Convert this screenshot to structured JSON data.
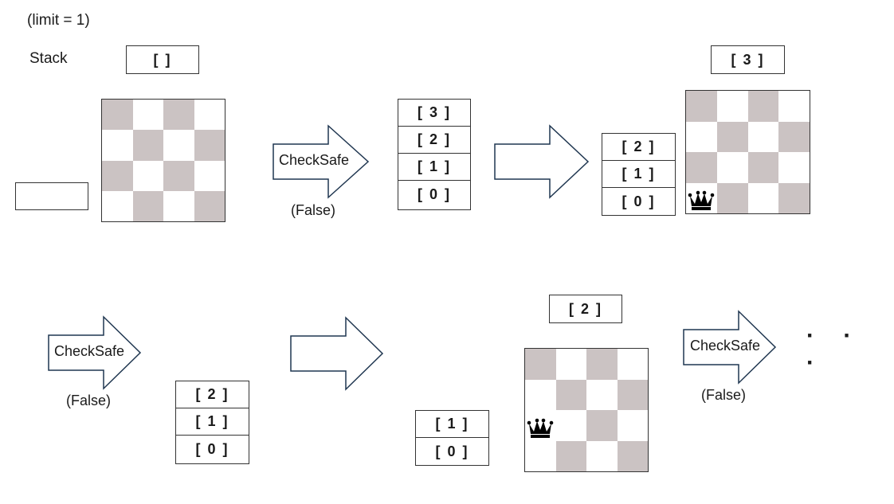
{
  "header": {
    "limit_label": "(limit = 1)",
    "stack_label": "Stack"
  },
  "colors": {
    "dark_square": "#cbc3c3",
    "light_square": "#ffffff",
    "outline": "#333333"
  },
  "icons": {
    "queen": "crown-icon",
    "arrow": "right-arrow-icon"
  },
  "empty_stack": {
    "value": "[ ]"
  },
  "arrow1": {
    "label": "CheckSafe",
    "result": "(False)"
  },
  "stack_a": {
    "items": [
      "[ 3 ]",
      "[ 2 ]",
      "[ 1 ]",
      "[ 0 ]"
    ]
  },
  "board2_top": {
    "value": "[ 3 ]"
  },
  "stack_b": {
    "items": [
      "[ 2 ]",
      "[ 1 ]",
      "[ 0 ]"
    ]
  },
  "arrow3": {
    "label": "CheckSafe",
    "result": "(False)"
  },
  "stack_c": {
    "items": [
      "[ 2 ]",
      "[ 1 ]",
      "[ 0 ]"
    ]
  },
  "board3_top": {
    "value": "[ 2 ]"
  },
  "stack_d": {
    "items": [
      "[ 1 ]",
      "[ 0 ]"
    ]
  },
  "arrow5": {
    "label": "CheckSafe",
    "result": "(False)"
  },
  "continuation": {
    "text": "· · ·"
  }
}
